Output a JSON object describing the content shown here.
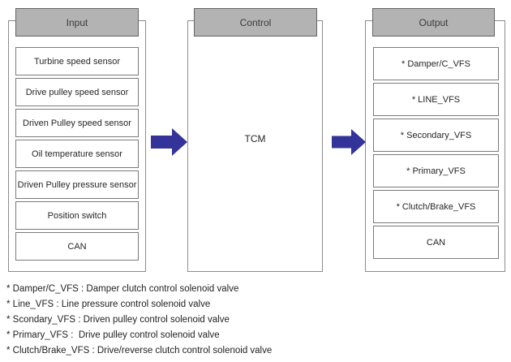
{
  "diagram": {
    "input": {
      "header": "Input",
      "items": [
        "Turbine speed sensor",
        "Drive pulley speed sensor",
        "Driven Pulley speed sensor",
        "Oil temperature sensor",
        "Driven Pulley pressure sensor",
        "Position switch",
        "CAN"
      ]
    },
    "control": {
      "header": "Control",
      "label": "TCM"
    },
    "output": {
      "header": "Output",
      "items": [
        "* Damper/C_VFS",
        "* LINE_VFS",
        "* Secondary_VFS",
        "* Primary_VFS",
        "* Clutch/Brake_VFS",
        "CAN"
      ]
    },
    "colors": {
      "arrow": "#333399",
      "header_fill": "#b3b3b3",
      "box_border": "#7a7a7a"
    },
    "footnotes": [
      "* Damper/C_VFS : Damper clutch control solenoid valve",
      "* Line_VFS : Line pressure control solenoid valve",
      "* Scondary_VFS : Driven pulley control solenoid valve",
      "* Primary_VFS :  Drive pulley control solenoid valve",
      "* Clutch/Brake_VFS : Drive/reverse clutch control solenoid valve"
    ]
  }
}
